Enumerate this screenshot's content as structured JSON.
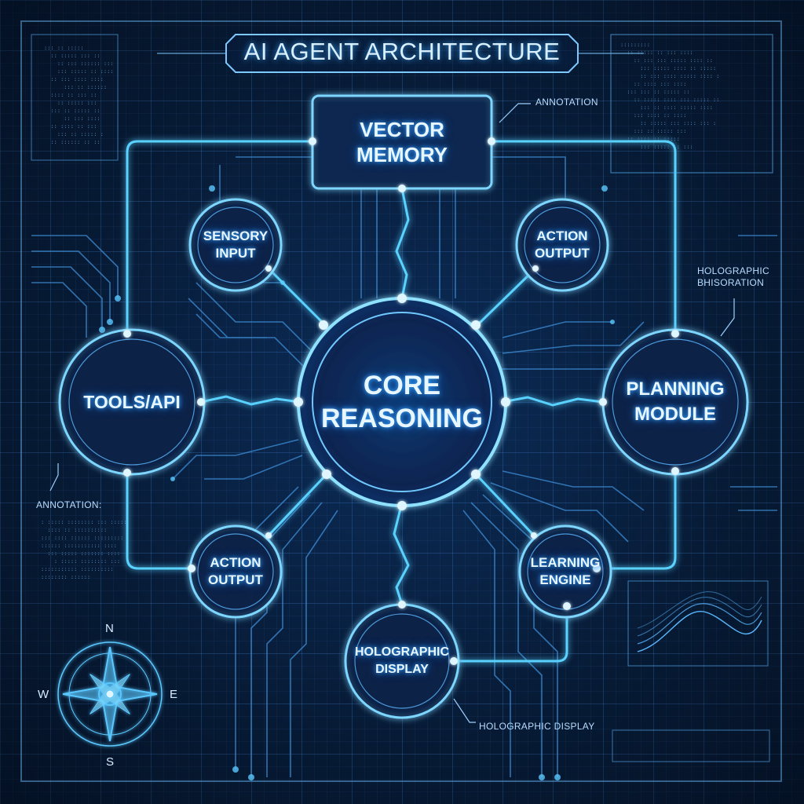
{
  "title": "AI AGENT ARCHITECTURE",
  "colors": {
    "background": "#071b36",
    "line": "#5ac8ff",
    "glow": "#3aa8ff",
    "text": "#e8f6ff"
  },
  "nodes": {
    "vector_memory": {
      "line1": "VECTOR",
      "line2": "MEMORY"
    },
    "sensory_input": {
      "line1": "SENSORY",
      "line2": "INPUT"
    },
    "action_output_top": {
      "line1": "ACTION",
      "line2": "OUTPUT"
    },
    "tools_api": {
      "line1": "TOOLS/API"
    },
    "core_reasoning": {
      "line1": "CORE",
      "line2": "REASONING"
    },
    "planning_module": {
      "line1": "PLANNING",
      "line2": "MODULE"
    },
    "action_output_bottom": {
      "line1": "ACTION",
      "line2": "OUTPUT"
    },
    "learning_engine": {
      "line1": "LEARNING",
      "line2": "ENGINE"
    },
    "holographic_display": {
      "line1": "HOLOGRAPHIC",
      "line2": "DISPLAY"
    }
  },
  "annotations": {
    "top_right": "ANNOTATION",
    "right": {
      "line1": "HOLOGRAPHIC",
      "line2": "BHISORATION"
    },
    "left": "ANNOTATION:",
    "bottom": "HOLOGRAPHIC DISPLAY"
  },
  "compass": {
    "north": "N",
    "south": "S",
    "east": "E",
    "west": "W",
    "icon": "compass-rose-icon"
  }
}
